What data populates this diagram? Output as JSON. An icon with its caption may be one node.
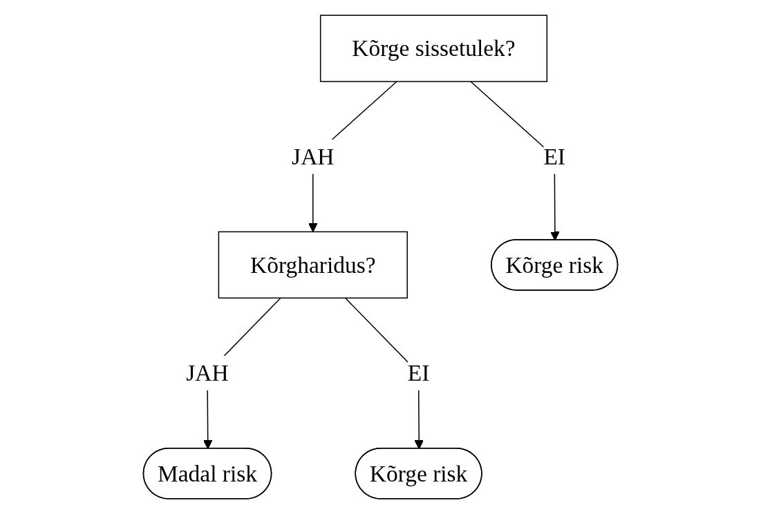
{
  "diagram": {
    "nodes": [
      {
        "text": [
          "Kõrge sissetulek?"
        ]
      },
      {
        "text": [
          "Kõrgharidus?"
        ]
      },
      {
        "text": [
          "Kõrge risk"
        ]
      },
      {
        "text": [
          "Madal risk"
        ]
      },
      {
        "text": [
          "Kõrge risk"
        ]
      }
    ],
    "edges": [
      {
        "from": 0,
        "to": 1,
        "arrow": "to",
        "label": "JAH"
      },
      {
        "from": 0,
        "to": 2,
        "arrow": "to",
        "label": "EI"
      },
      {
        "from": 1,
        "to": 3,
        "arrow": "to",
        "label": "JAH"
      },
      {
        "from": 1,
        "to": 4,
        "arrow": "to",
        "label": "EI"
      }
    ]
  }
}
